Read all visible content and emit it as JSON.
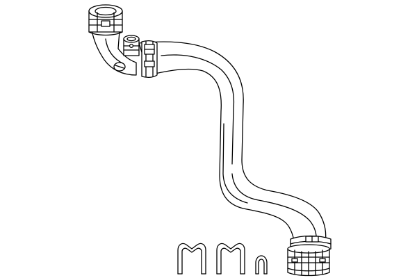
{
  "figure": {
    "type": "line-drawing",
    "stroke_color": "#000000",
    "fill_color": "#ffffff",
    "components": [
      {
        "name": "upper-quick-connector"
      },
      {
        "name": "bleed-valve-fitting"
      },
      {
        "name": "hose-clamp-upper"
      },
      {
        "name": "coolant-hose"
      },
      {
        "name": "hose-clamp-lower"
      },
      {
        "name": "lower-quick-connector"
      },
      {
        "name": "retaining-clip-large-1"
      },
      {
        "name": "retaining-clip-large-2"
      },
      {
        "name": "retaining-clip-small"
      }
    ]
  }
}
